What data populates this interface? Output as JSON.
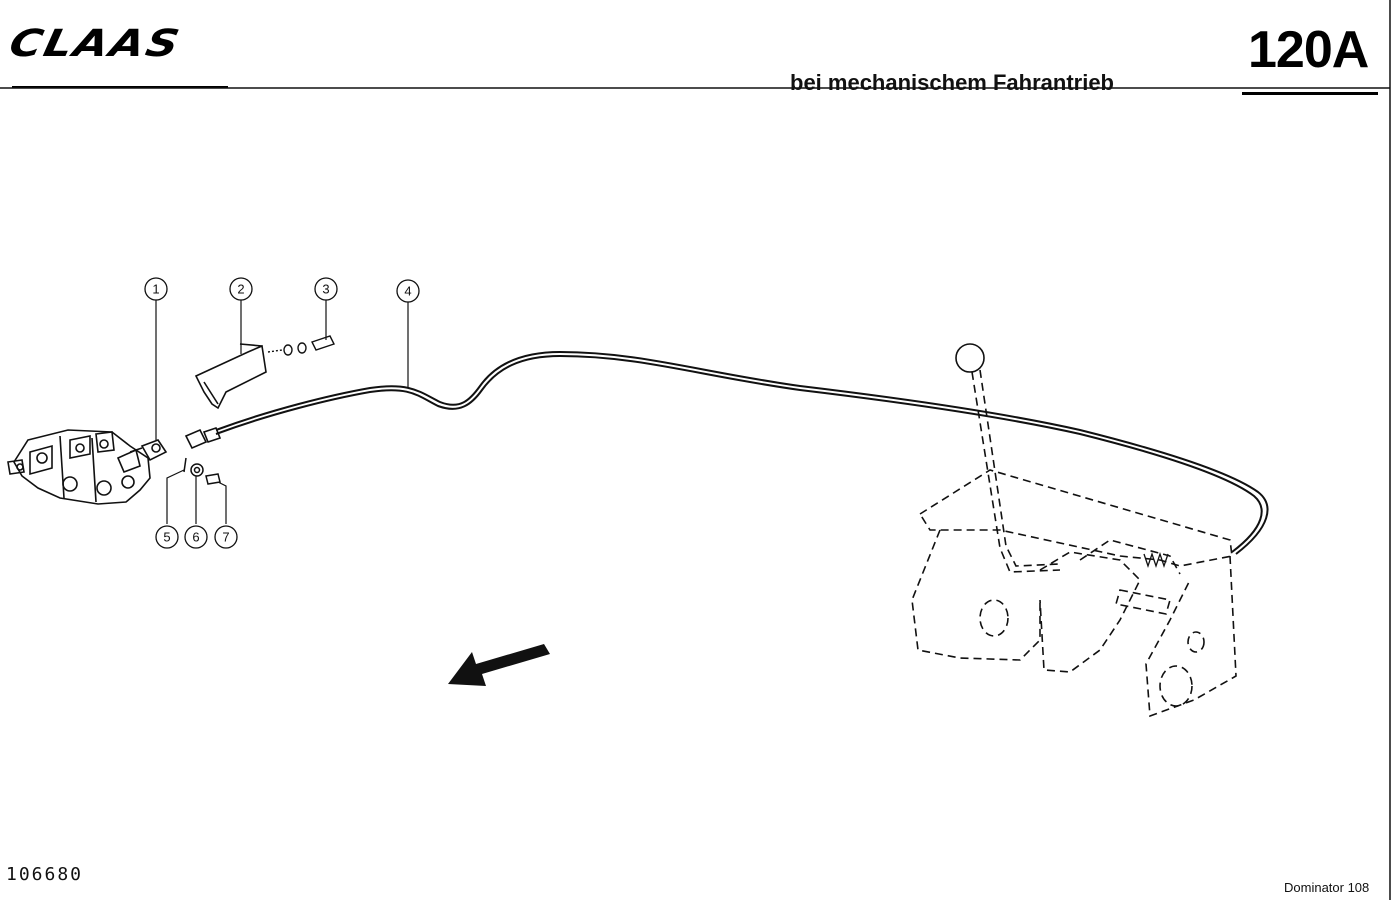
{
  "header": {
    "logo_text": "CLAAS",
    "page_number": "120A",
    "subtitle": "bei mechanischem Fahrantrieb"
  },
  "footer": {
    "drawing_number": "106680",
    "model": "Dominator 108"
  },
  "callouts": [
    "1",
    "2",
    "3",
    "4",
    "5",
    "6",
    "7"
  ],
  "colors": {
    "ink": "#111111",
    "paper": "#ffffff"
  },
  "icons": {
    "direction_arrow": "arrow-left-down-icon"
  }
}
